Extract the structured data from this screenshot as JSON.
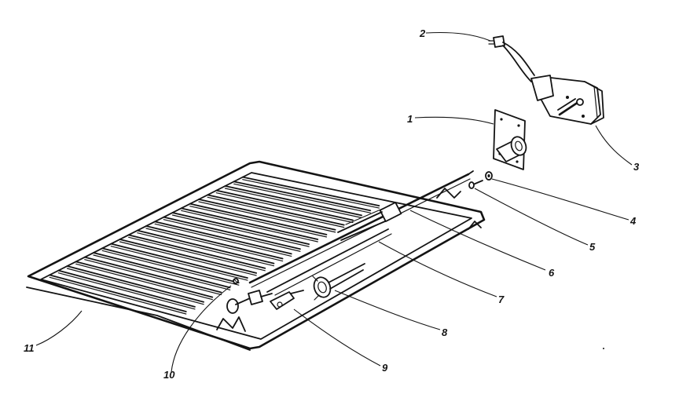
{
  "callouts": [
    {
      "id": "1",
      "label": "1"
    },
    {
      "id": "2",
      "label": "2"
    },
    {
      "id": "3",
      "label": "3"
    },
    {
      "id": "4",
      "label": "4"
    },
    {
      "id": "5",
      "label": "5"
    },
    {
      "id": "6",
      "label": "6"
    },
    {
      "id": "7",
      "label": "7"
    },
    {
      "id": "8",
      "label": "8"
    },
    {
      "id": "9",
      "label": "9"
    },
    {
      "id": "10",
      "label": "10"
    },
    {
      "id": "11",
      "label": "11"
    }
  ],
  "colors": {
    "ink": "#141414",
    "paper": "#ffffff"
  }
}
